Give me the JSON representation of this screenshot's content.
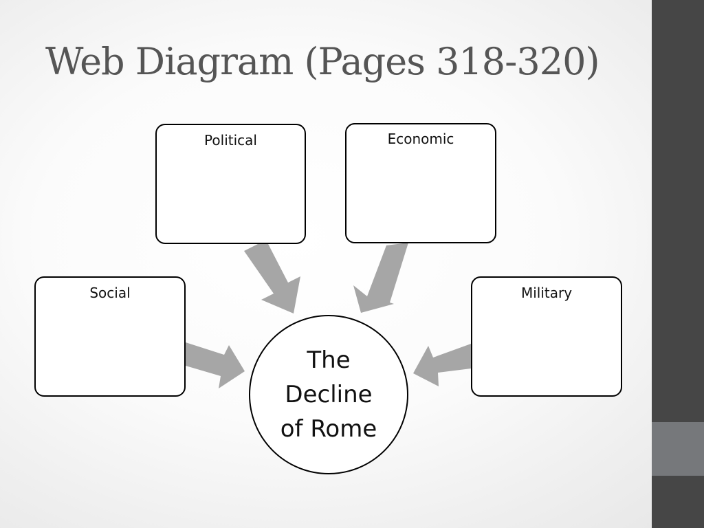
{
  "title": "Web Diagram (Pages 318-320)",
  "diagram": {
    "center_label": "The Decline of Rome",
    "boxes": [
      {
        "id": "political",
        "label": "Political"
      },
      {
        "id": "economic",
        "label": "Economic"
      },
      {
        "id": "social",
        "label": "Social"
      },
      {
        "id": "military",
        "label": "Military"
      }
    ],
    "arrow_color": "#a6a6a6",
    "border_color": "#000000"
  },
  "theme": {
    "sidebar_color": "#464646",
    "sidebar_accent_color": "#76787b",
    "title_color": "#555555"
  }
}
